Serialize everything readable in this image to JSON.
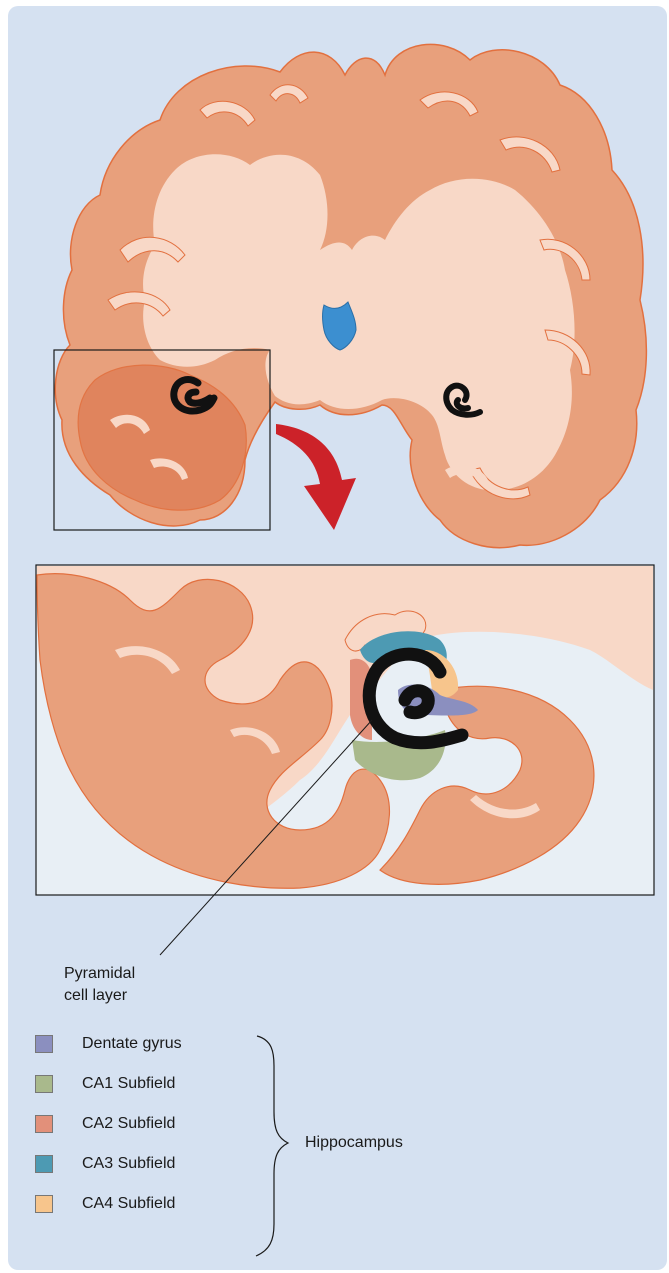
{
  "callout": {
    "line1": "Pyramidal",
    "line2": "cell layer"
  },
  "legend": {
    "items": [
      {
        "label": "Dentate gyrus",
        "color": "#8b8fbf"
      },
      {
        "label": "CA1 Subfield",
        "color": "#a9b98c"
      },
      {
        "label": "CA2 Subfield",
        "color": "#e2907a"
      },
      {
        "label": "CA3 Subfield",
        "color": "#4d9ab3"
      },
      {
        "label": "CA4 Subfield",
        "color": "#f7c58c"
      }
    ],
    "group_label": "Hippocampus"
  },
  "colors": {
    "background": "#d5e1f1",
    "white_matter": "#f8d8c7",
    "gray_matter": "#e8a07c",
    "gray_matter_dark": "#e0825a",
    "outline": "#e2703f",
    "ventricle": "#3c8fd0",
    "arrow": "#cc2229",
    "inset_background": "#e8eff5"
  }
}
